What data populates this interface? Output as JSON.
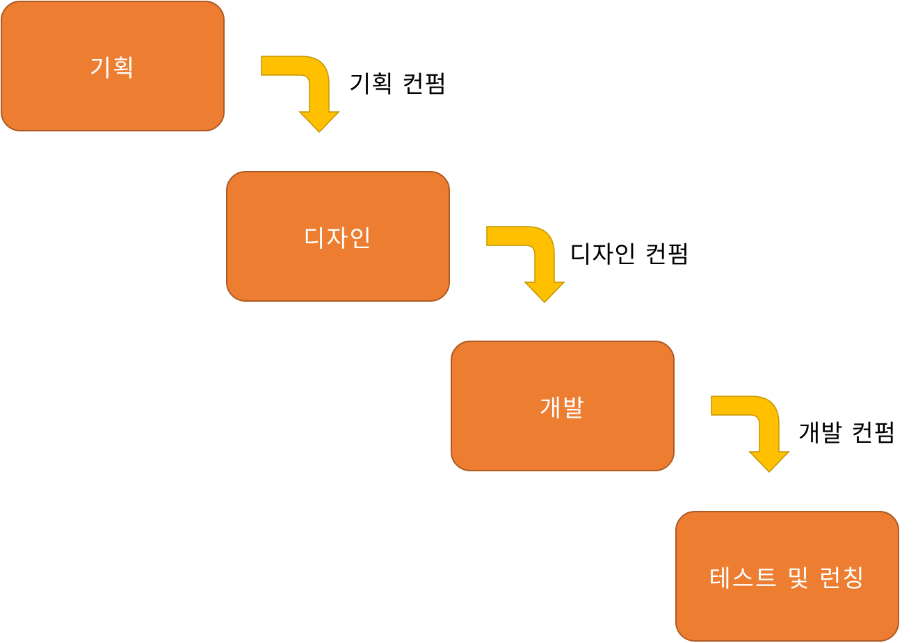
{
  "steps": [
    {
      "label": "기획"
    },
    {
      "label": "디자인"
    },
    {
      "label": "개발"
    },
    {
      "label": "테스트 및 런칭"
    }
  ],
  "transitions": [
    {
      "label": "기획 컨펌"
    },
    {
      "label": "디자인 컨펌"
    },
    {
      "label": "개발 컨펌"
    }
  ],
  "colors": {
    "box_fill": "#ED7D31",
    "box_border": "#AE5A21",
    "box_text": "#FFFFFF",
    "arrow_fill": "#FFC000",
    "arrow_border": "#C49500",
    "label_text": "#000000"
  }
}
